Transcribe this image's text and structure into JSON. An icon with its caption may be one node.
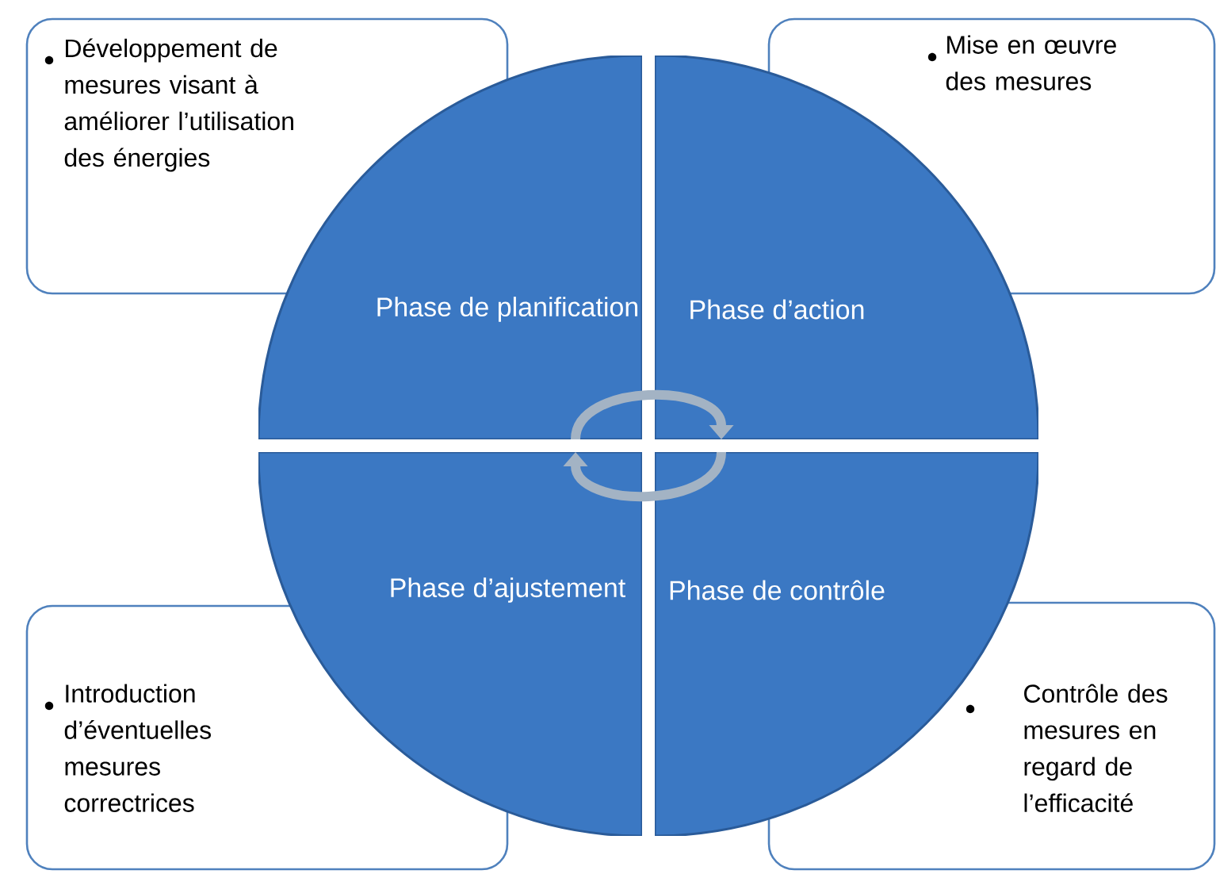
{
  "diagram": {
    "nodes": [
      {
        "text": [
          "Phase de planification"
        ]
      },
      {
        "text": [
          "Phase d’action"
        ]
      },
      {
        "text": [
          "Phase d’ajustement"
        ]
      },
      {
        "text": [
          "Phase de contrôle"
        ]
      },
      {
        "text": [
          "Développement de mesures visant à améliorer l’utilisation des énergies"
        ]
      },
      {
        "text": [
          "Mise en œuvre des mesures"
        ]
      },
      {
        "text": [
          "Introduction d’éventuelles mesures correctrices"
        ]
      },
      {
        "text": [
          "Contrôle des mesures en regard de l’efficacité"
        ]
      }
    ],
    "edges": [
      {
        "from": 0,
        "to": 1,
        "arrow": "to"
      },
      {
        "from": 3,
        "to": 2,
        "arrow": "to"
      }
    ]
  }
}
